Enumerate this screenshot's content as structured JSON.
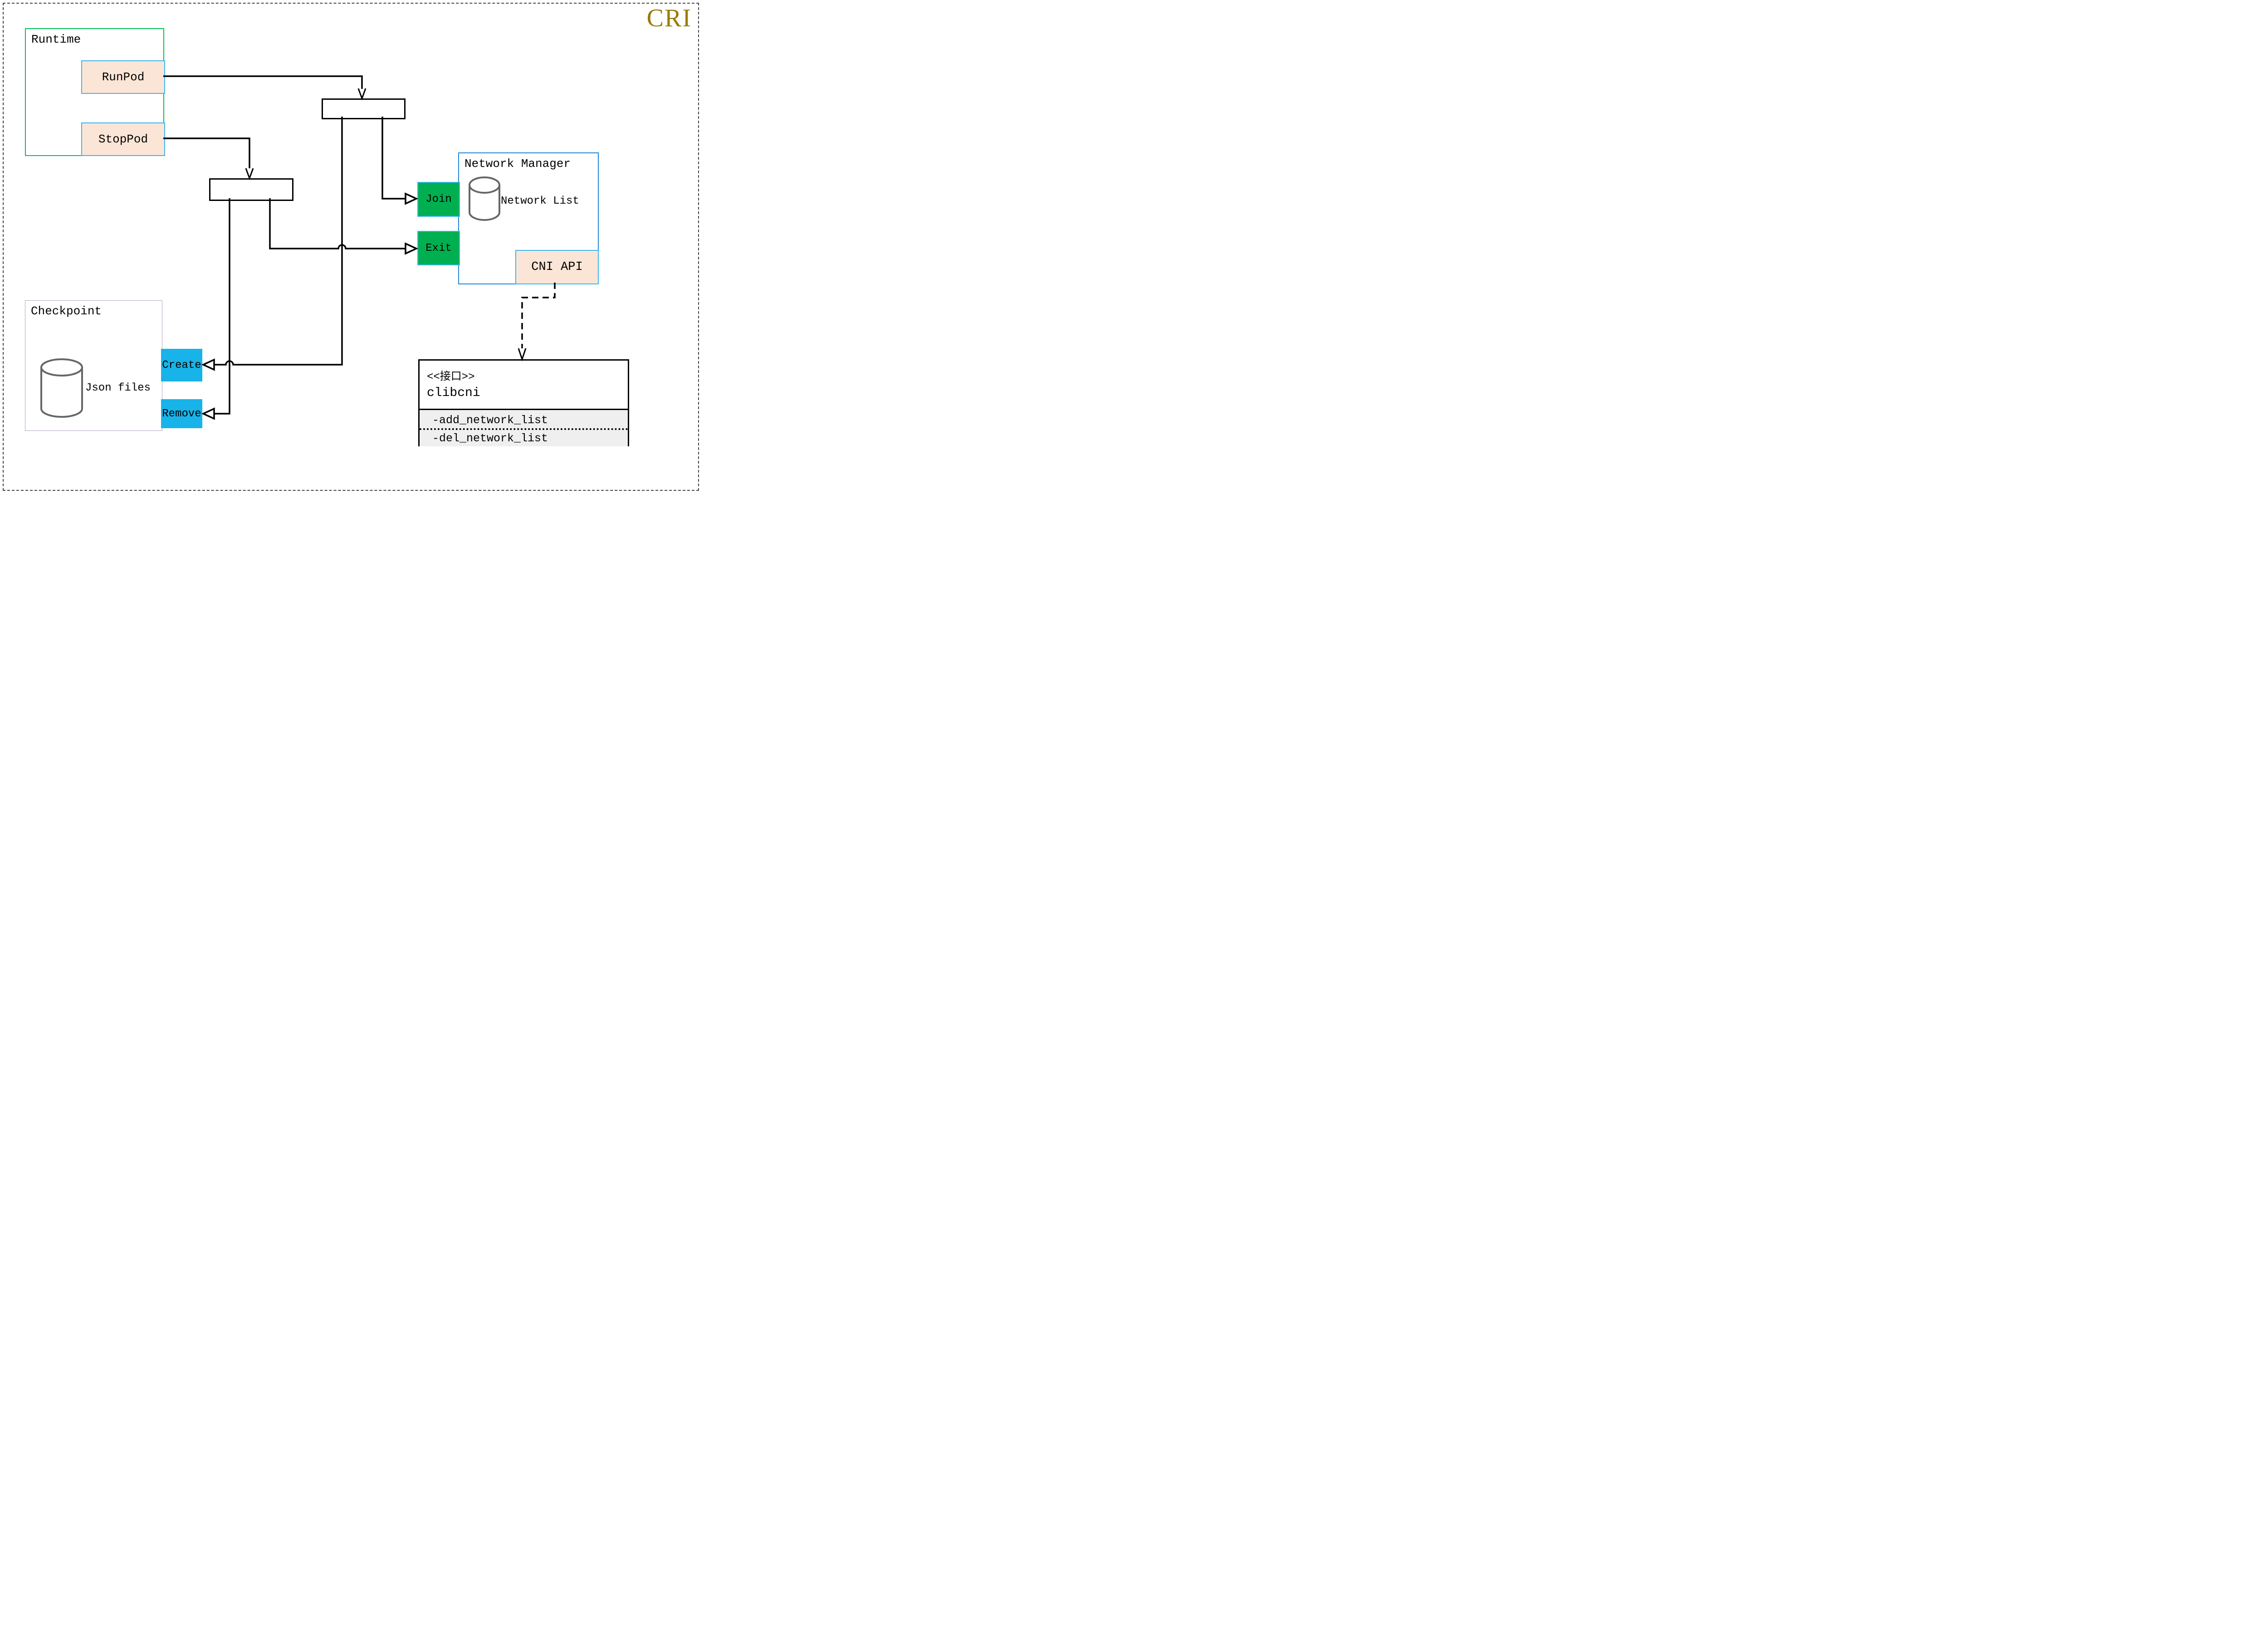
{
  "page": {
    "badge": "CRI"
  },
  "colors": {
    "accent_gold": "#9a7b0a",
    "green_fill": "#00b050",
    "cyan_fill": "#18b3e8",
    "peach_fill": "#fbe5d6",
    "cyan_border": "#3db6f0",
    "runtime_border": "#00c057",
    "checkpoint_border": "#b4a0c7",
    "manager_border": "#2188d8",
    "cylinder_stroke": "#666666",
    "attr_bg": "#efefef"
  },
  "runtime": {
    "title": "Runtime",
    "runpod": "RunPod",
    "stoppod": "StopPod"
  },
  "network_manager": {
    "title": "Network Manager",
    "network_list": "Network List",
    "join": "Join",
    "exit": "Exit",
    "cni_api": "CNI API"
  },
  "checkpoint": {
    "title": "Checkpoint",
    "json_files": "Json files",
    "create": "Create",
    "remove": "Remove"
  },
  "clibcni": {
    "stereotype": "<<接口>>",
    "name": "clibcni",
    "methods": [
      "-add_network_list",
      "-del_network_list"
    ]
  }
}
